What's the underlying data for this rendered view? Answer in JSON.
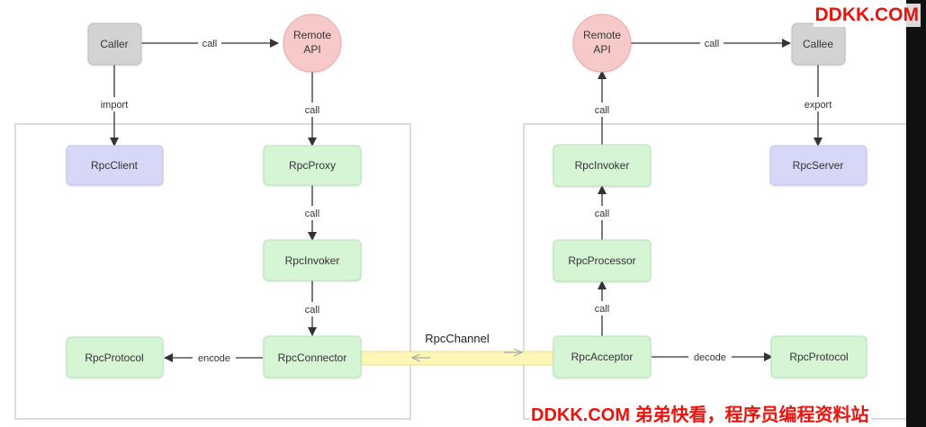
{
  "diagram": {
    "nodes": {
      "caller": "Caller",
      "remote_api_left": [
        "Remote",
        "API"
      ],
      "remote_api_right": [
        "Remote",
        "API"
      ],
      "callee": "Callee",
      "rpc_client": "RpcClient",
      "rpc_proxy": "RpcProxy",
      "rpc_invoker_left": "RpcInvoker",
      "rpc_connector": "RpcConnector",
      "rpc_protocol_left": "RpcProtocol",
      "rpc_invoker_right": "RpcInvoker",
      "rpc_processor": "RpcProcessor",
      "rpc_acceptor": "RpcAcceptor",
      "rpc_protocol_right": "RpcProtocol",
      "rpc_server": "RpcServer"
    },
    "edges": {
      "caller_to_remote": "call",
      "caller_to_client": "import",
      "remote_to_proxy": "call",
      "proxy_to_invoker": "call",
      "invoker_to_connector": "call",
      "connector_to_protocol": "encode",
      "channel": "RpcChannel",
      "acceptor_to_processor": "call",
      "processor_to_invoker": "call",
      "invoker_to_remote": "call",
      "remote_to_callee": "call",
      "callee_to_server": "export",
      "acceptor_to_protocol": "decode"
    },
    "colors": {
      "gray_node": "#d3d3d3",
      "green_node": "#d5f5d5",
      "purple_node": "#d7d7f7",
      "red_node": "#f8c9c9",
      "channel": "#fdf6b4",
      "line": "#333333"
    }
  },
  "watermark": {
    "top": "DDKK.COM",
    "bottom": "DDKK.COM 弟弟快看，程序员编程资料站"
  }
}
